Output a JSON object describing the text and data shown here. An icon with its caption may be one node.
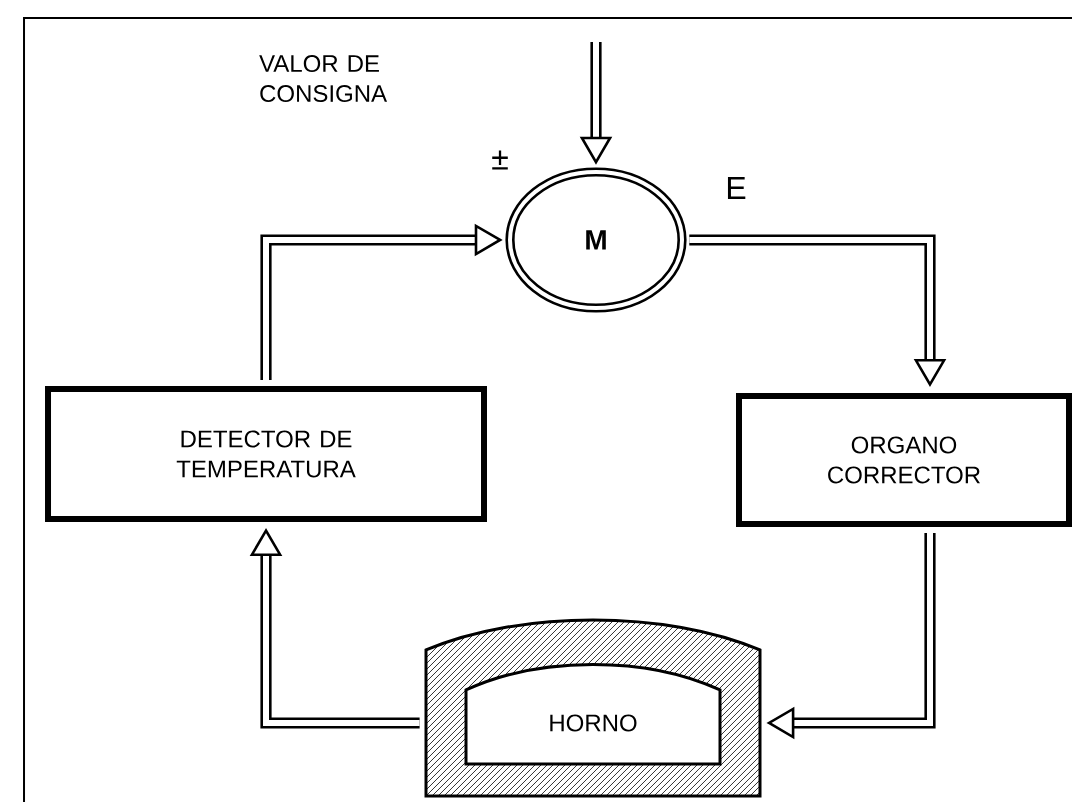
{
  "diagram": {
    "nodes": [
      {
        "text": [
          "M"
        ],
        "beside": [
          "±",
          "E"
        ]
      },
      {
        "text": [
          "DETECTOR DE TEMPERATURA"
        ]
      },
      {
        "text": [
          "ORGANO CORRECTOR"
        ]
      },
      {
        "text": [
          "HORNO"
        ]
      }
    ],
    "edges": [
      {
        "from": null,
        "to": 0,
        "arrow": "to"
      },
      {
        "from": 1,
        "to": 0,
        "arrow": "to"
      },
      {
        "from": 0,
        "to": 2,
        "arrow": "to"
      },
      {
        "from": 2,
        "to": 3,
        "arrow": "to"
      },
      {
        "from": 3,
        "to": 1,
        "arrow": "to"
      }
    ],
    "labels": [
      "VALOR DE CONSIGNA"
    ]
  }
}
